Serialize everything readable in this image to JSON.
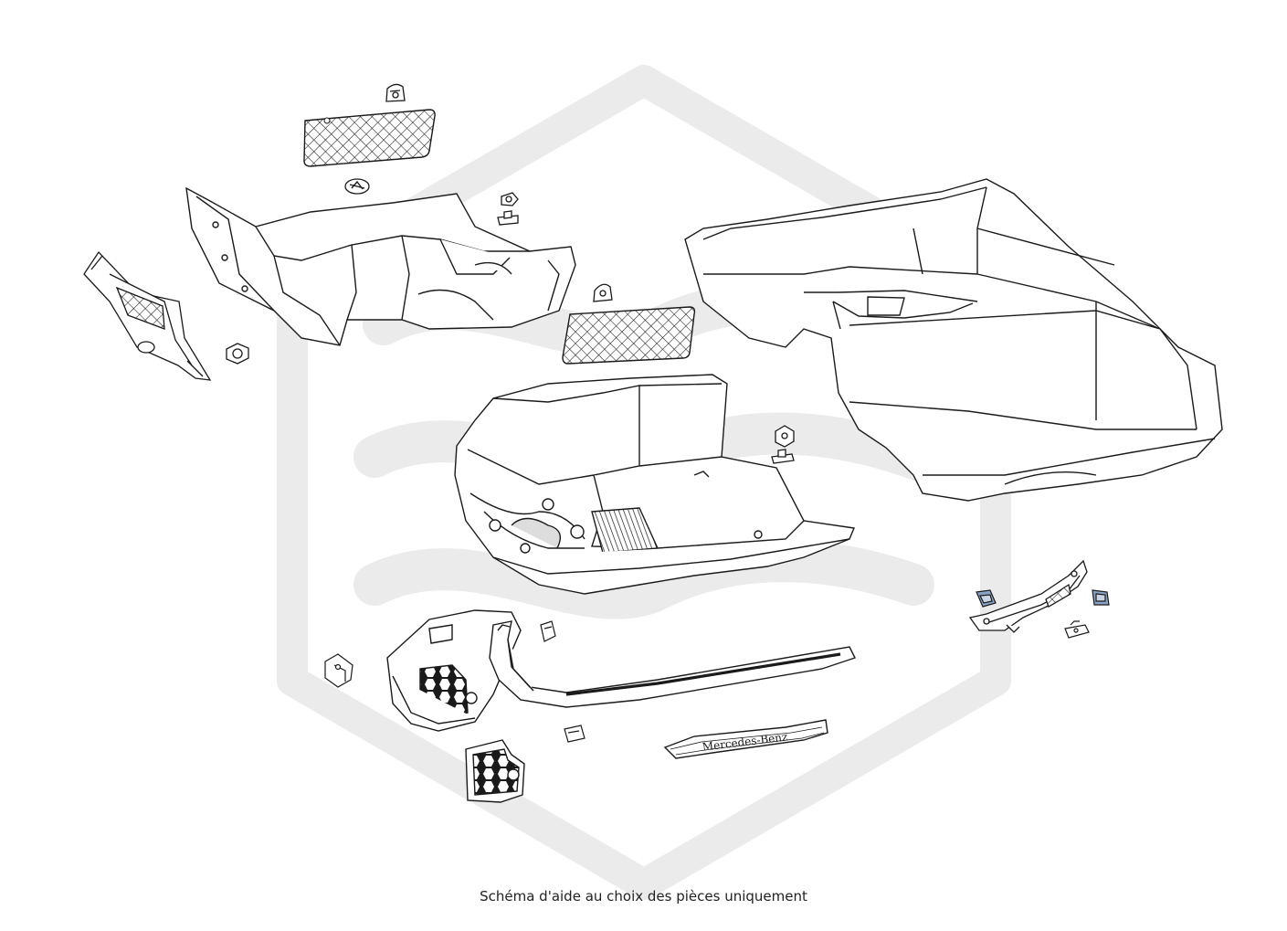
{
  "diagram": {
    "caption": "Schéma d'aide au choix des pièces uniquement",
    "brand_text": "Mercedes-Benz",
    "colors": {
      "line": "#1a1a1a",
      "fill": "#ffffff",
      "watermark": "#e9e9e9",
      "clip_blue": "#8aa2c4"
    },
    "watermark": "logo-watermark"
  }
}
